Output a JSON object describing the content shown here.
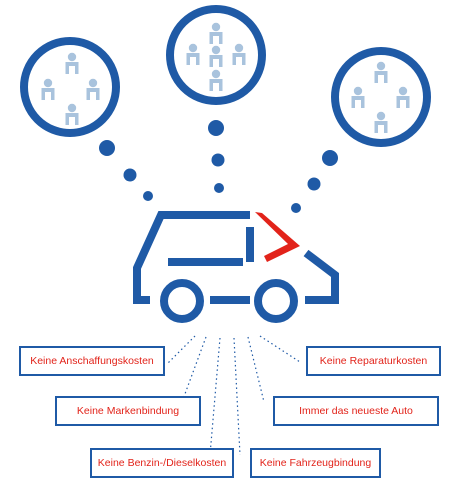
{
  "colors": {
    "primary": "#1f5aa6",
    "accent": "#e2231a",
    "person": "#a9c3dd",
    "background": "#ffffff"
  },
  "icons": [
    "people-group-icon",
    "car-icon",
    "person-icon"
  ],
  "groups": [
    {
      "people_count": 4
    },
    {
      "people_count": 5
    },
    {
      "people_count": 4
    }
  ],
  "labels": [
    {
      "text": "Keine Anschaffungskosten"
    },
    {
      "text": "Keine Reparaturkosten"
    },
    {
      "text": "Keine Markenbindung"
    },
    {
      "text": "Immer das neueste Auto"
    },
    {
      "text": "Keine Benzin-/Dieselkosten"
    },
    {
      "text": "Keine Fahrzeugbindung"
    }
  ]
}
